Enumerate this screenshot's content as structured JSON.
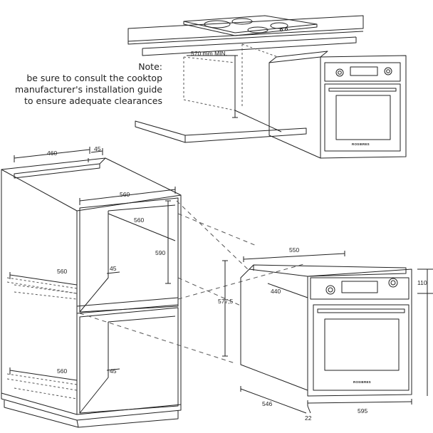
{
  "note": {
    "heading": "Note:",
    "lines": [
      "be sure to consult the cooktop",
      "manufacturer's installation guide",
      "to ensure adequate clearances"
    ]
  },
  "dimensions": {
    "cooktop_clearance": "570 mm MIN.",
    "cab_top_depth": "460",
    "cab_top_gap": "45",
    "cab_inner_width_top": "560",
    "cab_inner_depth": "560",
    "cab_inner_height": "590",
    "mid_width": "560",
    "mid_gap": "45",
    "bottom_width": "560",
    "bottom_gap": "45",
    "body_height": "577,5",
    "body_width": "550",
    "body_depth": "440",
    "panel_height": "110",
    "overall_depth": "546",
    "front_width": "595",
    "door_thickness": "22"
  },
  "brand": {
    "top_oven": "ROSIERES",
    "main_oven": "ROSIERES"
  },
  "colors": {
    "line": "#222222",
    "dashed": "#555555",
    "glass": "#ffffff"
  }
}
